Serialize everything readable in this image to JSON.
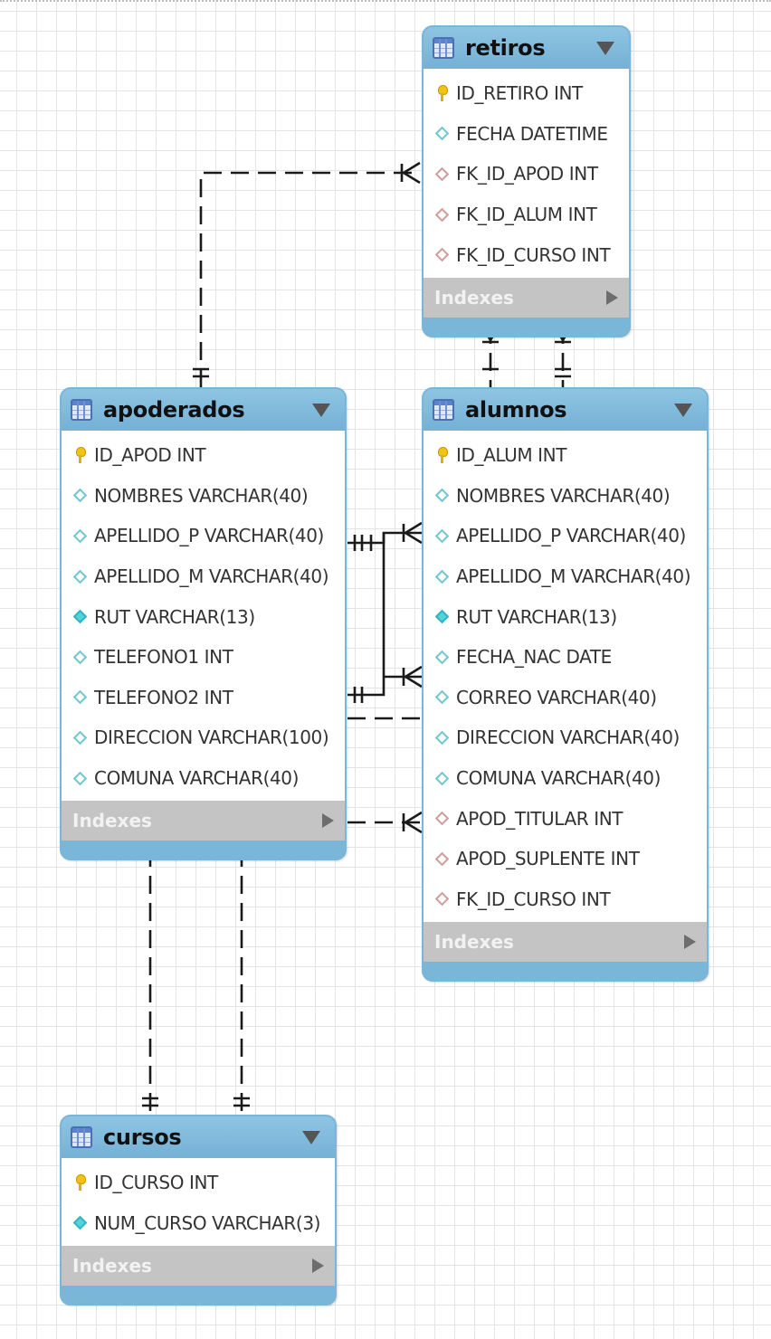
{
  "tables": [
    {
      "id": "retiros",
      "title": "retiros",
      "columns": [
        {
          "kind": "pk",
          "text": "ID_RETIRO INT"
        },
        {
          "kind": "attr",
          "text": "FECHA DATETIME"
        },
        {
          "kind": "fk",
          "text": "FK_ID_APOD INT"
        },
        {
          "kind": "fk",
          "text": "FK_ID_ALUM INT"
        },
        {
          "kind": "fk",
          "text": "FK_ID_CURSO INT"
        }
      ],
      "indexes_label": "Indexes"
    },
    {
      "id": "apoderados",
      "title": "apoderados",
      "columns": [
        {
          "kind": "pk",
          "text": "ID_APOD INT"
        },
        {
          "kind": "attr",
          "text": "NOMBRES VARCHAR(40)"
        },
        {
          "kind": "attr",
          "text": "APELLIDO_P VARCHAR(40)"
        },
        {
          "kind": "attr",
          "text": "APELLIDO_M VARCHAR(40)"
        },
        {
          "kind": "attr-req",
          "text": "RUT VARCHAR(13)"
        },
        {
          "kind": "attr",
          "text": "TELEFONO1 INT"
        },
        {
          "kind": "attr",
          "text": "TELEFONO2 INT"
        },
        {
          "kind": "attr",
          "text": "DIRECCION VARCHAR(100)"
        },
        {
          "kind": "attr",
          "text": "COMUNA VARCHAR(40)"
        }
      ],
      "indexes_label": "Indexes"
    },
    {
      "id": "alumnos",
      "title": "alumnos",
      "columns": [
        {
          "kind": "pk",
          "text": "ID_ALUM INT"
        },
        {
          "kind": "attr",
          "text": "NOMBRES VARCHAR(40)"
        },
        {
          "kind": "attr",
          "text": "APELLIDO_P VARCHAR(40)"
        },
        {
          "kind": "attr",
          "text": "APELLIDO_M VARCHAR(40)"
        },
        {
          "kind": "attr-req",
          "text": "RUT VARCHAR(13)"
        },
        {
          "kind": "attr",
          "text": "FECHA_NAC DATE"
        },
        {
          "kind": "attr",
          "text": "CORREO VARCHAR(40)"
        },
        {
          "kind": "attr",
          "text": "DIRECCION VARCHAR(40)"
        },
        {
          "kind": "attr",
          "text": "COMUNA VARCHAR(40)"
        },
        {
          "kind": "fk",
          "text": "APOD_TITULAR INT"
        },
        {
          "kind": "fk",
          "text": "APOD_SUPLENTE INT"
        },
        {
          "kind": "fk",
          "text": "FK_ID_CURSO INT"
        }
      ],
      "indexes_label": "Indexes"
    },
    {
      "id": "cursos",
      "title": "cursos",
      "columns": [
        {
          "kind": "pk",
          "text": "ID_CURSO INT"
        },
        {
          "kind": "attr-req",
          "text": "NUM_CURSO VARCHAR(3)"
        }
      ],
      "indexes_label": "Indexes"
    }
  ],
  "colors": {
    "table_header": "#7ab6d8",
    "indexes_bar": "#c4c4c4",
    "primary_key": "#f3c314",
    "attribute": "#6cc7cf",
    "foreign_key": "#d29a9a",
    "relationship_line": "#1a1a1a",
    "grid": "#e4e4e4"
  },
  "icons": {
    "table": "table-icon",
    "menu": "dropdown-triangle-icon",
    "primary_key": "key-icon",
    "attribute": "diamond-icon",
    "foreign_key": "fk-diamond-icon",
    "indexes_expand": "expand-triangle-icon"
  },
  "relationships": [
    {
      "from": "apoderados",
      "to": "retiros",
      "line": "dashed",
      "cardinality": "one-to-many"
    },
    {
      "from": "alumnos",
      "to": "retiros",
      "line": "dashed",
      "cardinality": "one-to-many"
    },
    {
      "from": "alumnos",
      "to": "retiros",
      "line": "dashed",
      "cardinality": "one-to-many"
    },
    {
      "from": "apoderados",
      "to": "alumnos",
      "line": "solid",
      "cardinality": "one-to-many"
    },
    {
      "from": "apoderados",
      "to": "alumnos",
      "line": "solid",
      "cardinality": "one-to-many"
    },
    {
      "from": "apoderados",
      "to": "alumnos",
      "line": "dashed",
      "cardinality": "one-to-one"
    },
    {
      "from": "apoderados",
      "to": "alumnos",
      "line": "dashed",
      "cardinality": "one-to-many"
    },
    {
      "from": "cursos",
      "to": "apoderados",
      "line": "dashed",
      "cardinality": "one-to-many"
    },
    {
      "from": "cursos",
      "to": "apoderados",
      "line": "dashed",
      "cardinality": "one-to-many"
    }
  ]
}
